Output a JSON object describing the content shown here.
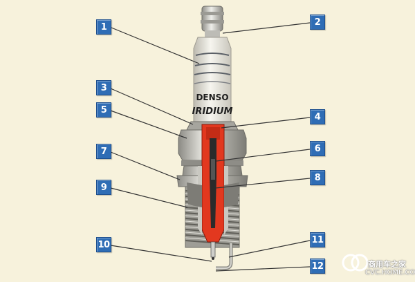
{
  "brand_text_line1": "DENSO",
  "brand_text_line2": "IRIDIUM",
  "callouts": [
    "1",
    "2",
    "3",
    "4",
    "5",
    "6",
    "7",
    "8",
    "9",
    "10",
    "11",
    "12"
  ],
  "watermark": {
    "text": "商用车之家",
    "url": "CVC.HOME.COM"
  },
  "colors": {
    "background": "#f7f2dc",
    "callout_fill": "#2f6db5",
    "leader_line": "#333333",
    "insulator": "#e6e4dc",
    "shell_metal": "#b8b7b0",
    "cutaway_red": "#e2381f",
    "center_electrode": "#2b2b2b"
  }
}
